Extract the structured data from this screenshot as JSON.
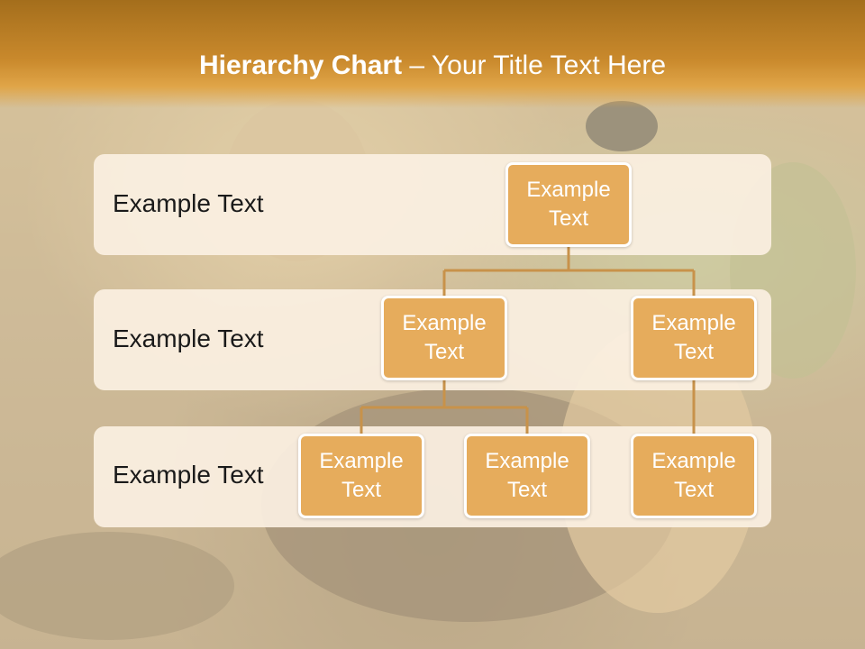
{
  "slide": {
    "title_bold": "Hierarchy Chart",
    "title_rest": " – Your Title Text Here"
  },
  "bands": [
    {
      "label": "Example Text"
    },
    {
      "label": "Example Text"
    },
    {
      "label": "Example Text"
    }
  ],
  "nodes": {
    "root": "Example Text",
    "level2_left": "Example Text",
    "level2_right": "Example Text",
    "level3_a": "Example Text",
    "level3_b": "Example Text",
    "level3_c": "Example Text"
  },
  "colors": {
    "header": "#c9892c",
    "node_fill": "#e6ac5c",
    "connector": "#c8924a",
    "band": "#fbf0e2"
  }
}
